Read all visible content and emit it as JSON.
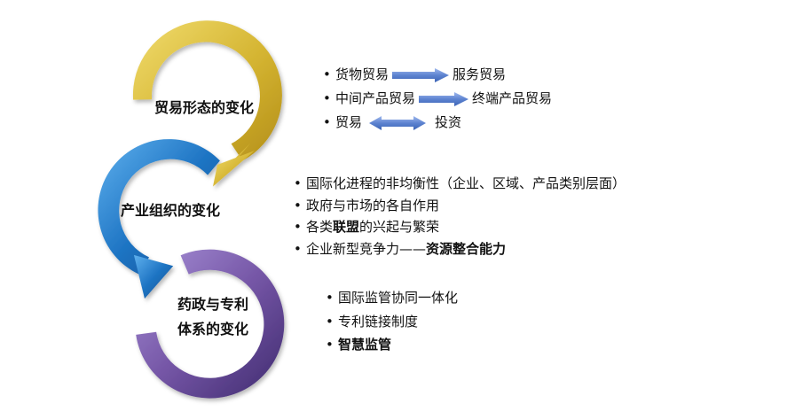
{
  "colors": {
    "ring_gold": "#D7B73A",
    "ring_blue": "#1E6FB8",
    "ring_purple": "#7A5BA8",
    "arrow_blue": "#6C8FD6"
  },
  "rings": [
    {
      "label_lines": [
        "贸易形态的变化"
      ]
    },
    {
      "label_lines": [
        "产业组织的变化"
      ]
    },
    {
      "label_lines": [
        "药政与专利",
        "体系的变化"
      ]
    }
  ],
  "trade_items": [
    {
      "from": "货物贸易",
      "to": "服务贸易",
      "arrow": "right-arrow-icon"
    },
    {
      "from": "中间产品贸易",
      "to": "终端产品贸易",
      "arrow": "right-arrow-icon"
    },
    {
      "from": "贸易",
      "to": "投资",
      "arrow": "double-arrow-icon"
    }
  ],
  "industry_items": [
    {
      "text": "国际化进程的非均衡性（企业、区域、产品类别层面）"
    },
    {
      "text": "政府与市场的各自作用"
    },
    {
      "prefix": "各类",
      "bold": "联盟",
      "suffix": "的兴起与繁荣"
    },
    {
      "prefix": "企业新型竞争力——",
      "bold": "资源整合能力",
      "suffix": ""
    }
  ],
  "policy_items": [
    {
      "text": "国际监管协同一体化"
    },
    {
      "text": "专利链接制度"
    },
    {
      "bold": "智慧监管"
    }
  ]
}
